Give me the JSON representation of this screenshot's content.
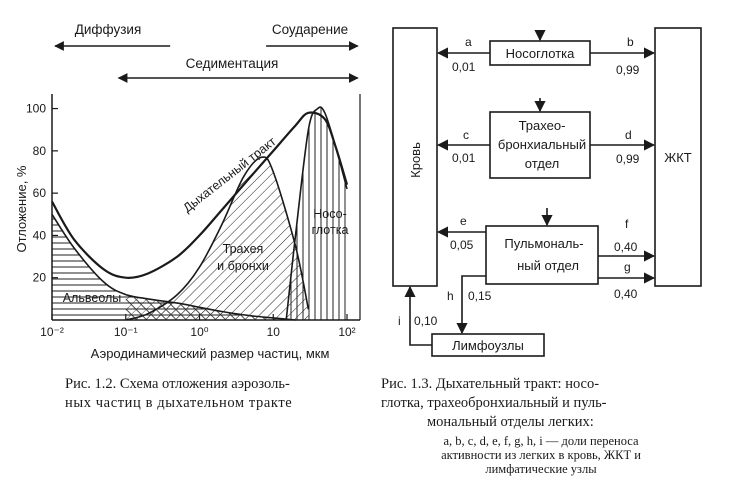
{
  "chart_data": {
    "type": "area",
    "title": "",
    "xlabel": "Аэродинамический размер частиц, мкм",
    "ylabel": "Отложение, %",
    "xscale": "log",
    "xlim": [
      0.01,
      150
    ],
    "ylim": [
      0,
      105
    ],
    "x_ticks": [
      "10⁻²",
      "10⁻¹",
      "10⁰",
      "10",
      "10²"
    ],
    "y_ticks": [
      "20",
      "40",
      "60",
      "80",
      "100"
    ],
    "regions": {
      "diffusion": "Диффузия",
      "sedimentation": "Седиментация",
      "impaction": "Соударение"
    },
    "series": [
      {
        "name": "Дыхательный тракт",
        "x": [
          0.01,
          0.02,
          0.05,
          0.1,
          0.2,
          0.5,
          1,
          2,
          5,
          10,
          20,
          30,
          50,
          70,
          100
        ],
        "y": [
          56,
          38,
          24,
          20,
          22,
          30,
          40,
          52,
          68,
          80,
          92,
          98,
          95,
          82,
          64
        ]
      },
      {
        "name": "Носоглотка",
        "x": [
          15,
          20,
          30,
          40,
          50,
          70,
          100
        ],
        "y": [
          0,
          40,
          90,
          100,
          98,
          82,
          62
        ]
      },
      {
        "name": "Трахея и бронхи",
        "x": [
          0.1,
          0.2,
          0.5,
          1,
          2,
          4,
          7,
          10,
          20,
          30
        ],
        "y": [
          0,
          3,
          12,
          25,
          45,
          68,
          77,
          70,
          35,
          5
        ]
      },
      {
        "name": "Альвеолы",
        "x": [
          0.01,
          0.02,
          0.05,
          0.1,
          0.2,
          0.5,
          1,
          2,
          5,
          10,
          20
        ],
        "y": [
          50,
          34,
          18,
          12,
          10,
          8,
          6,
          4,
          2,
          1,
          0
        ]
      }
    ]
  },
  "fig2_caption": [
    "Рис. 1.2. Схема отложения аэрозоль-",
    "ных частиц в дыхательном тракте"
  ],
  "diagram": {
    "blood": "Кровь",
    "gi": "ЖКТ",
    "nasopharynx": "Носоглотка",
    "tracheo": [
      "Трахео-",
      "бронхиальный",
      "отдел"
    ],
    "pulmonary": [
      "Пульмональ-",
      "ный отдел"
    ],
    "lymph": "Лимфоузлы",
    "flows": {
      "a": {
        "label": "a",
        "value": "0,01"
      },
      "b": {
        "label": "b",
        "value": "0,99"
      },
      "c": {
        "label": "c",
        "value": "0,01"
      },
      "d": {
        "label": "d",
        "value": "0,99"
      },
      "e": {
        "label": "e",
        "value": "0,05"
      },
      "f": {
        "label": "f",
        "value": "0,40"
      },
      "g": {
        "label": "g",
        "value": "0,40"
      },
      "h": {
        "label": "h",
        "value": "0,15"
      },
      "i": {
        "label": "i",
        "value": "0,10"
      }
    }
  },
  "fig3_caption": [
    "Рис. 1.3. Дыхательный тракт: носо-",
    "глотка, трахеобронхиальный и пуль-",
    "мональный отделы легких:"
  ],
  "fig3_note": [
    "a, b, c, d, e, f, g, h, i — доли переноса",
    "активности из легких в кровь, ЖКТ и",
    "лимфатические узлы"
  ]
}
